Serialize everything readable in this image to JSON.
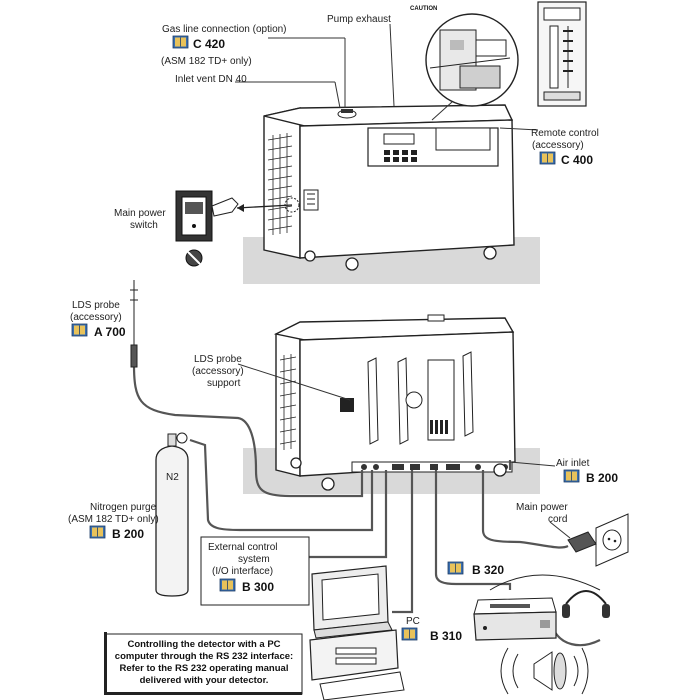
{
  "callouts": {
    "gas_line": {
      "label": "Gas line connection (option)",
      "code": "C 420",
      "note": "(ASM 182 TD+ only)"
    },
    "inlet_vent": {
      "label": "Inlet vent DN 40"
    },
    "pump_exhaust": {
      "label": "Pump exhaust"
    },
    "caution": {
      "label": "CAUTION"
    },
    "remote_control": {
      "line1": "Remote control",
      "line2": "(accessory)",
      "code": "C 400"
    },
    "main_power_switch": {
      "line1": "Main power",
      "line2": "switch"
    },
    "lds_probe": {
      "line1": "LDS probe",
      "line2": "(accessory)",
      "code": "A 700"
    },
    "lds_support": {
      "line1": "LDS probe",
      "line2": "(accessory)",
      "line3": "support"
    },
    "air_inlet": {
      "label": "Air inlet",
      "code": "B 200"
    },
    "nitrogen_purge": {
      "line1": "Nitrogen purge",
      "line2": "(ASM 182 TD+ only)",
      "code": "B 200"
    },
    "n2_bottle": {
      "label": "N2"
    },
    "main_power_cord": {
      "line1": "Main power",
      "line2": "cord"
    },
    "external_control": {
      "line1": "External control",
      "line2": "system",
      "line3": "(I/O interface)",
      "code": "B 300"
    },
    "printer": {
      "code": "B 320"
    },
    "pc": {
      "label": "PC",
      "code": "B 310"
    }
  },
  "rs232_note": {
    "line1": "Controlling the detector with a PC",
    "line2": "computer through the RS 232 interface:",
    "line3": "Refer to the RS 232 operating manual",
    "line4": "delivered with your detector."
  }
}
